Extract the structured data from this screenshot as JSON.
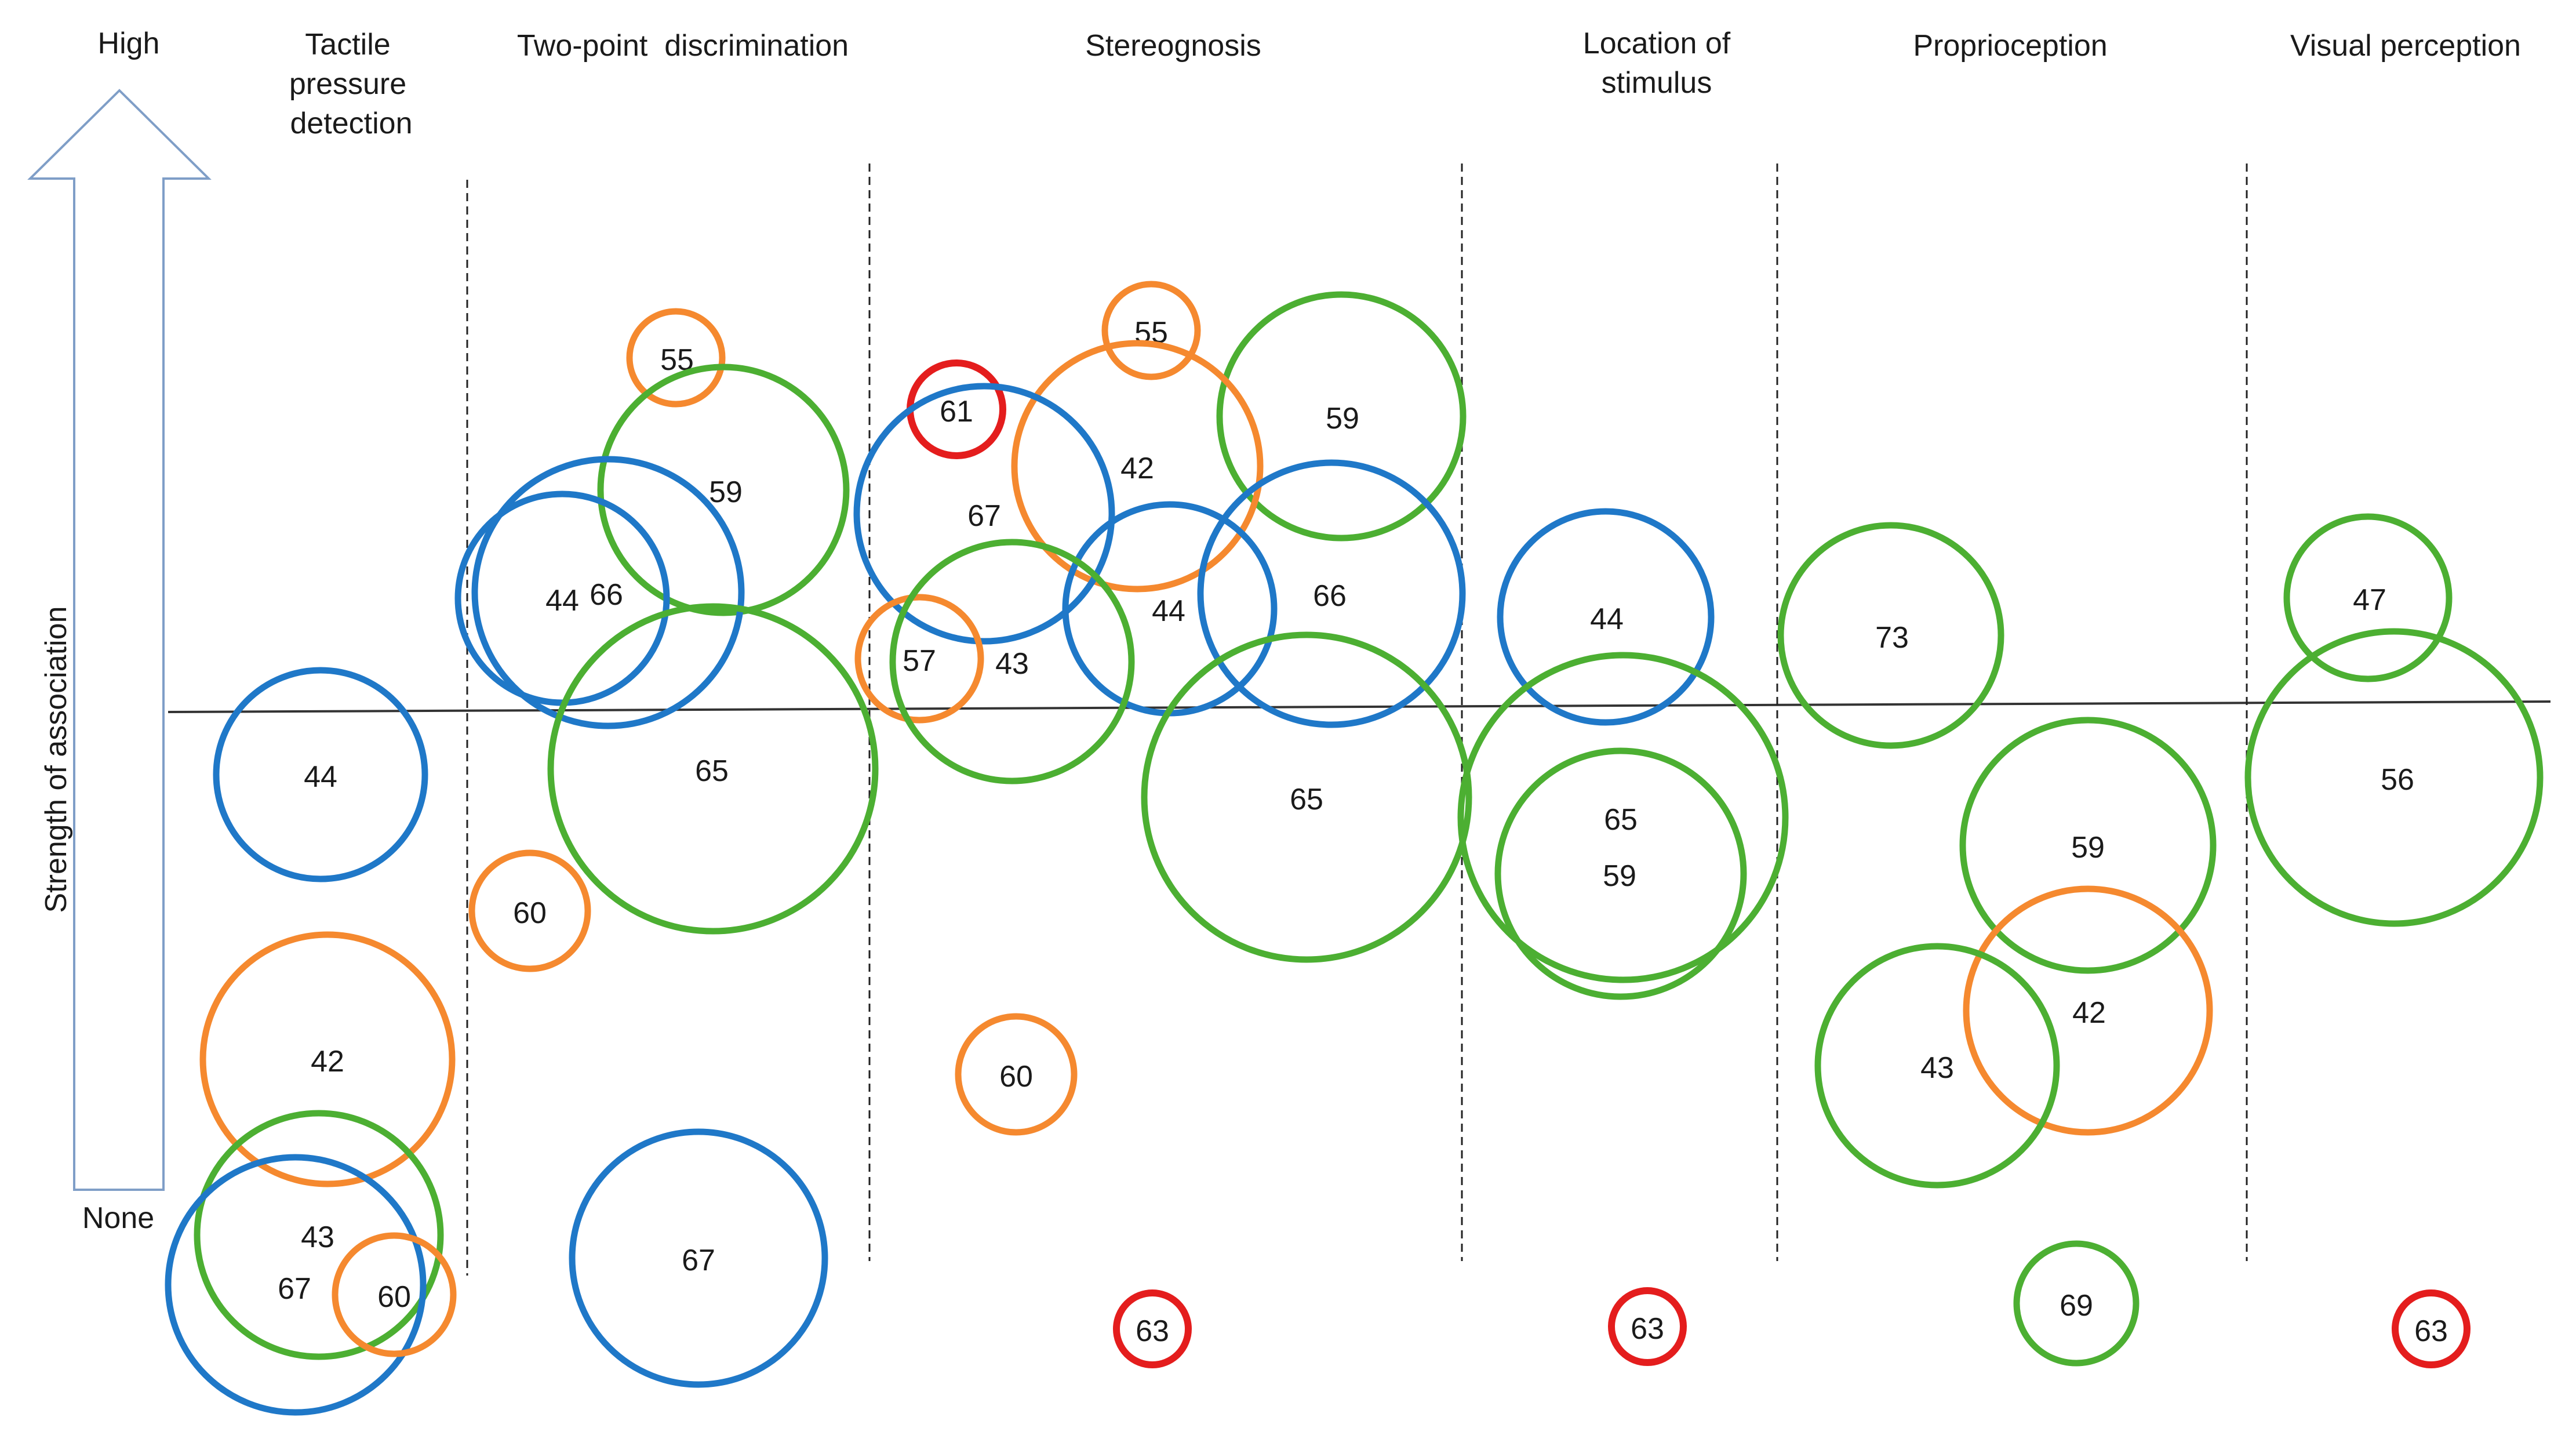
{
  "colors": {
    "blue": "#1f78c8",
    "green": "#4caf32",
    "orange": "#f5892f",
    "red": "#e41d1d",
    "arrow": "#7f9ec7",
    "line": "#333333",
    "text": "#1a1a1a"
  },
  "axis": {
    "high_label": "High",
    "none_label": "None",
    "strength_label": "Strength of association"
  },
  "categories": [
    {
      "id": "tactile",
      "lines": [
        "Tactile",
        "pressure",
        "detection"
      ]
    },
    {
      "id": "twopoint",
      "lines": [
        "Two-point  discrimination"
      ]
    },
    {
      "id": "stereognosis",
      "lines": [
        "Stereognosis"
      ]
    },
    {
      "id": "location",
      "lines": [
        "Location of",
        "stimulus"
      ]
    },
    {
      "id": "proprioception",
      "lines": [
        "Proprioception"
      ]
    },
    {
      "id": "visual",
      "lines": [
        "Visual perception"
      ]
    }
  ],
  "bubbles": [
    {
      "category": "tactile",
      "label": "44",
      "color": "blue"
    },
    {
      "category": "tactile",
      "label": "42",
      "color": "orange"
    },
    {
      "category": "tactile",
      "label": "43",
      "color": "green"
    },
    {
      "category": "tactile",
      "label": "67",
      "color": "blue"
    },
    {
      "category": "tactile",
      "label": "60",
      "color": "orange"
    },
    {
      "category": "twopoint",
      "label": "55",
      "color": "orange"
    },
    {
      "category": "twopoint",
      "label": "59",
      "color": "green"
    },
    {
      "category": "twopoint",
      "label": "66",
      "color": "blue"
    },
    {
      "category": "twopoint",
      "label": "44",
      "color": "blue"
    },
    {
      "category": "twopoint",
      "label": "65",
      "color": "green"
    },
    {
      "category": "twopoint",
      "label": "60",
      "color": "orange"
    },
    {
      "category": "twopoint",
      "label": "67",
      "color": "blue"
    },
    {
      "category": "stereognosis",
      "label": "55",
      "color": "orange"
    },
    {
      "category": "stereognosis",
      "label": "61",
      "color": "red"
    },
    {
      "category": "stereognosis",
      "label": "59",
      "color": "green"
    },
    {
      "category": "stereognosis",
      "label": "42",
      "color": "orange"
    },
    {
      "category": "stereognosis",
      "label": "67",
      "color": "blue"
    },
    {
      "category": "stereognosis",
      "label": "66",
      "color": "blue"
    },
    {
      "category": "stereognosis",
      "label": "44",
      "color": "blue"
    },
    {
      "category": "stereognosis",
      "label": "57",
      "color": "orange"
    },
    {
      "category": "stereognosis",
      "label": "43",
      "color": "green"
    },
    {
      "category": "stereognosis",
      "label": "65",
      "color": "green"
    },
    {
      "category": "stereognosis",
      "label": "60",
      "color": "orange"
    },
    {
      "category": "stereognosis",
      "label": "63",
      "color": "red"
    },
    {
      "category": "location",
      "label": "44",
      "color": "blue"
    },
    {
      "category": "location",
      "label": "65",
      "color": "green"
    },
    {
      "category": "location",
      "label": "59",
      "color": "green"
    },
    {
      "category": "location",
      "label": "63",
      "color": "red"
    },
    {
      "category": "proprioception",
      "label": "73",
      "color": "green"
    },
    {
      "category": "proprioception",
      "label": "59",
      "color": "green"
    },
    {
      "category": "proprioception",
      "label": "42",
      "color": "orange"
    },
    {
      "category": "proprioception",
      "label": "43",
      "color": "green"
    },
    {
      "category": "proprioception",
      "label": "69",
      "color": "green"
    },
    {
      "category": "visual",
      "label": "47",
      "color": "green"
    },
    {
      "category": "visual",
      "label": "56",
      "color": "green"
    },
    {
      "category": "visual",
      "label": "63",
      "color": "red"
    }
  ]
}
